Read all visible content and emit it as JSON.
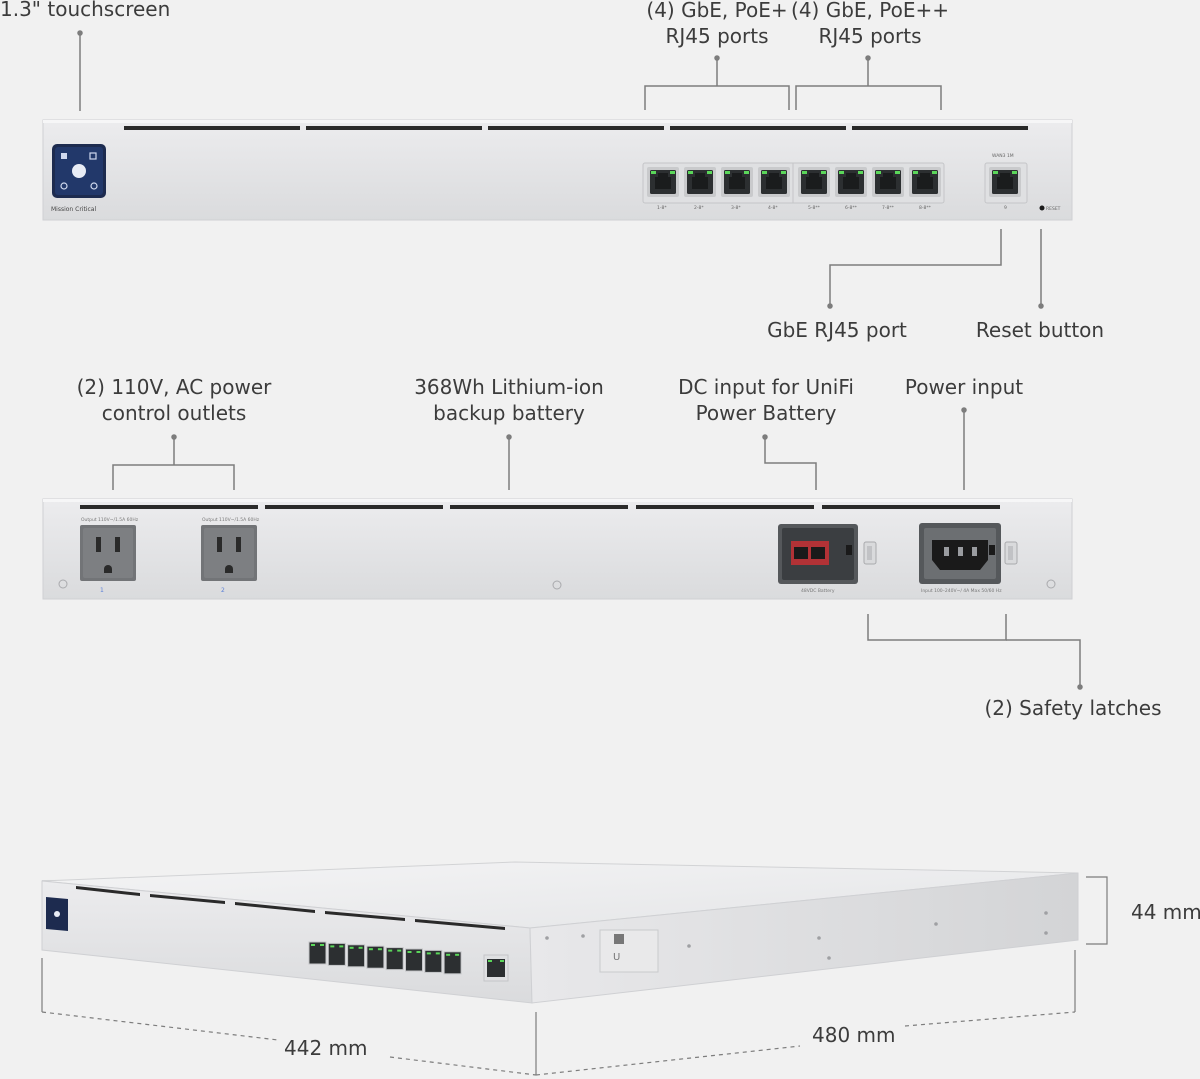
{
  "front_panel": {
    "touchscreen_brand": "Mission Critical",
    "port_numbers": [
      "1-8*",
      "2-8*",
      "3-8*",
      "4-8*",
      "5-8**",
      "6-8**",
      "7-8**",
      "8-8**"
    ],
    "uplink_port_label": "WAN3 1M",
    "uplink_port_number": "9",
    "reset_text": "RESET"
  },
  "rear_panel": {
    "outlet_1_text": "Output 110V~/1.5A 60Hz",
    "outlet_2_text": "Output 110V~/1.5A 60Hz",
    "outlet_1_num": "1",
    "outlet_2_num": "2",
    "dc_input_text": "48VDC Battery",
    "power_input_text": "Input 100–240V~/ 4A Max 50/60 Hz"
  },
  "callouts": {
    "touchscreen": "1.3\" touchscreen",
    "poe_plus": "(4) GbE, PoE+\nRJ45 ports",
    "poe_plus_plus": "(4) GbE, PoE++\nRJ45 ports",
    "gbe_port": "GbE RJ45 port",
    "reset_button": "Reset button",
    "ac_outlets": "(2) 110V, AC power\ncontrol outlets",
    "battery": "368Wh Lithium-ion\nbackup battery",
    "dc_input": "DC input for UniFi\nPower Battery",
    "power_input": "Power input",
    "safety_latches": "(2) Safety latches"
  },
  "dimensions": {
    "height": "44 mm",
    "width": "442 mm",
    "depth": "480 mm"
  },
  "colors": {
    "chassis": "#e3e3e5",
    "chassis_edge": "#cfd0d3",
    "port_dark": "#2c2f31",
    "port_led": "#5bd75a",
    "screen": "#1d2b4f",
    "callout_line": "#7d7d7d",
    "text": "#3c3c3c"
  }
}
